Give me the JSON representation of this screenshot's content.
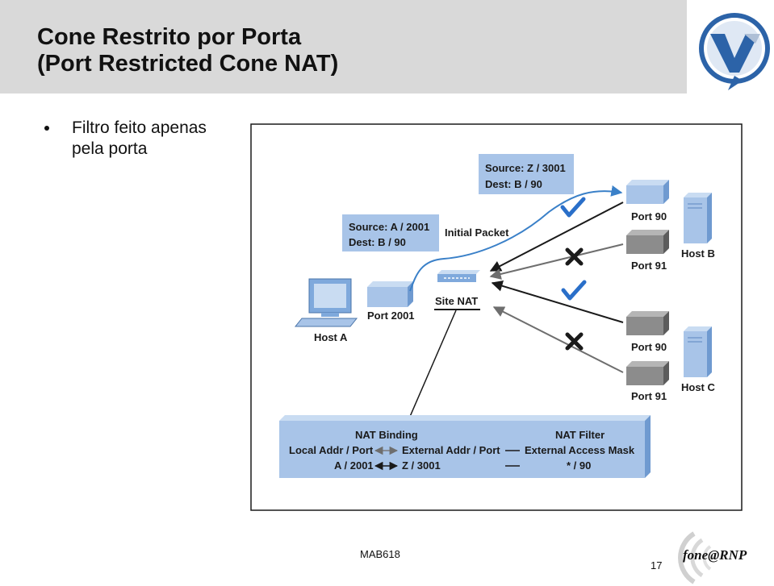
{
  "slide": {
    "title_line1": "Cone Restrito por Porta",
    "title_line2": "(Port Restricted Cone NAT)",
    "bullet": "Filtro feito apenas pela porta",
    "course_code": "MAB618",
    "page_number": "17"
  },
  "diagram": {
    "source_box_1": {
      "line1": "Source: A / 2001",
      "line2": "Dest: B / 90"
    },
    "source_box_2": {
      "line1": "Source: Z / 3001",
      "line2": "Dest: B / 90"
    },
    "initial_packet": "Initial Packet",
    "site_nat": "Site NAT",
    "host_a": "Host A",
    "port_2001": "Port 2001",
    "host_b": "Host B",
    "host_c": "Host C",
    "host_b_port_90": "Port 90",
    "host_b_port_91": "Port 91",
    "host_c_port_90": "Port 90",
    "host_c_port_91": "Port 91",
    "table": {
      "nat_binding_header": "NAT Binding",
      "nat_filter_header": "NAT Filter",
      "local_addr_port": "Local Addr / Port",
      "external_addr_port": "External Addr / Port",
      "external_access_mask": "External Access Mask",
      "local_value": "A / 2001",
      "external_value": "Z / 3001",
      "mask_value": "* / 90"
    }
  },
  "footer_logo": {
    "text": "fone@RNP"
  },
  "colors": {
    "title_bg": "#d9d9d9",
    "box_blue": "#a8c4e8",
    "box_gray": "#8c8c8c",
    "check": "#2a6fc9",
    "cross": "#1a1a1a",
    "packet_path": "#3a80c8"
  }
}
